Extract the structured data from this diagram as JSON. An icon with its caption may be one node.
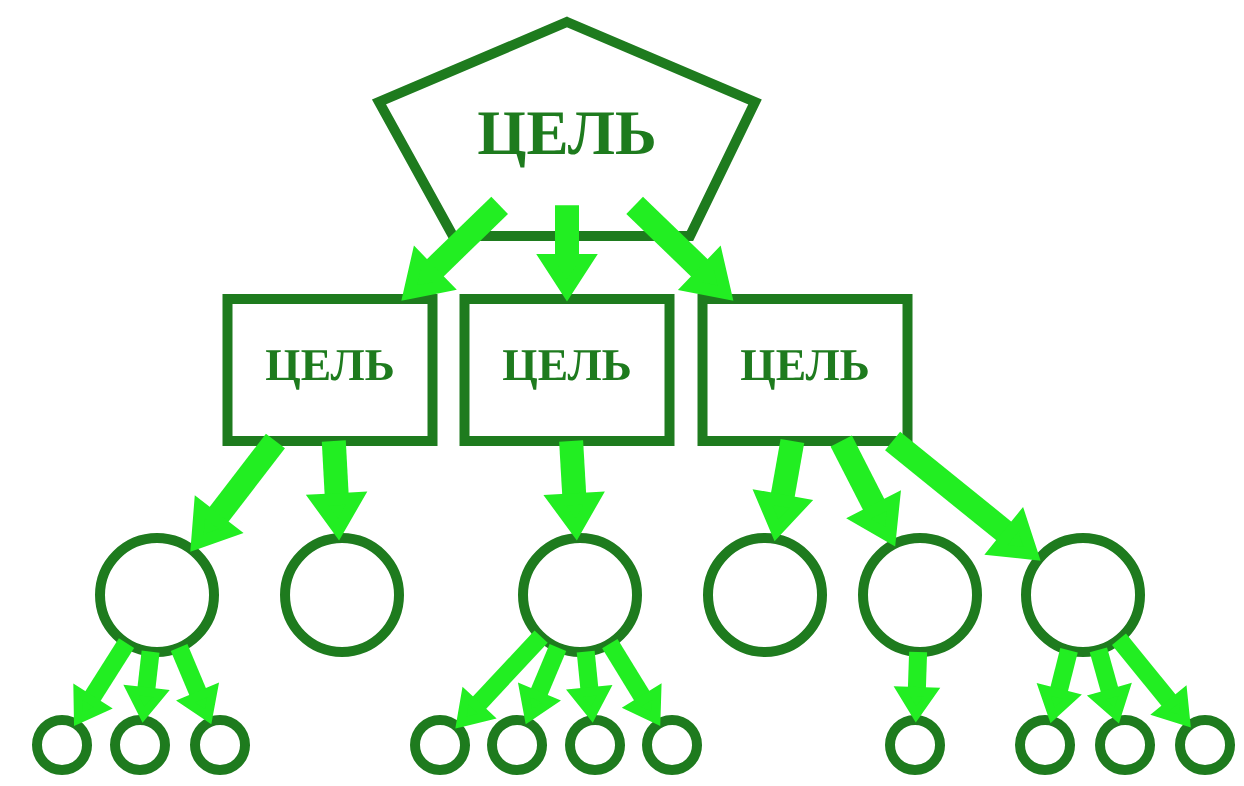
{
  "diagram": {
    "nodes": [
      {
        "text": [
          "ЦЕЛЬ"
        ]
      },
      {
        "text": [
          "ЦЕЛЬ"
        ]
      },
      {
        "text": [
          "ЦЕЛЬ"
        ]
      },
      {
        "text": [
          "ЦЕЛЬ"
        ]
      },
      {
        "text": [],
        "shape": "circle"
      },
      {
        "text": [],
        "shape": "circle"
      },
      {
        "text": [],
        "shape": "circle"
      },
      {
        "text": [],
        "shape": "circle"
      },
      {
        "text": [],
        "shape": "circle"
      },
      {
        "text": [],
        "shape": "circle"
      },
      {
        "text": [],
        "shape": "circle"
      },
      {
        "text": [],
        "shape": "circle"
      },
      {
        "text": [],
        "shape": "circle"
      },
      {
        "text": [],
        "shape": "circle"
      },
      {
        "text": [],
        "shape": "circle"
      },
      {
        "text": [],
        "shape": "circle"
      },
      {
        "text": [],
        "shape": "circle"
      },
      {
        "text": [],
        "shape": "circle"
      },
      {
        "text": [],
        "shape": "circle"
      },
      {
        "text": [],
        "shape": "circle"
      },
      {
        "text": [],
        "shape": "circle"
      }
    ],
    "edges": [
      {
        "from": 0,
        "to": 1,
        "arrow": "to"
      },
      {
        "from": 0,
        "to": 2,
        "arrow": "to"
      },
      {
        "from": 0,
        "to": 3,
        "arrow": "to"
      },
      {
        "from": 1,
        "to": 4,
        "arrow": "to"
      },
      {
        "from": 1,
        "to": 5,
        "arrow": "to"
      },
      {
        "from": 2,
        "to": 6,
        "arrow": "to"
      },
      {
        "from": 3,
        "to": 7,
        "arrow": "to"
      },
      {
        "from": 3,
        "to": 8,
        "arrow": "to"
      },
      {
        "from": 3,
        "to": 9,
        "arrow": "to"
      },
      {
        "from": 4,
        "to": 10,
        "arrow": "to"
      },
      {
        "from": 4,
        "to": 11,
        "arrow": "to"
      },
      {
        "from": 4,
        "to": 12,
        "arrow": "to"
      },
      {
        "from": 6,
        "to": 13,
        "arrow": "to"
      },
      {
        "from": 6,
        "to": 14,
        "arrow": "to"
      },
      {
        "from": 6,
        "to": 15,
        "arrow": "to"
      },
      {
        "from": 6,
        "to": 16,
        "arrow": "to"
      },
      {
        "from": 8,
        "to": 17,
        "arrow": "to"
      },
      {
        "from": 9,
        "to": 18,
        "arrow": "to"
      },
      {
        "from": 9,
        "to": 19,
        "arrow": "to"
      },
      {
        "from": 9,
        "to": 20,
        "arrow": "to"
      }
    ]
  }
}
